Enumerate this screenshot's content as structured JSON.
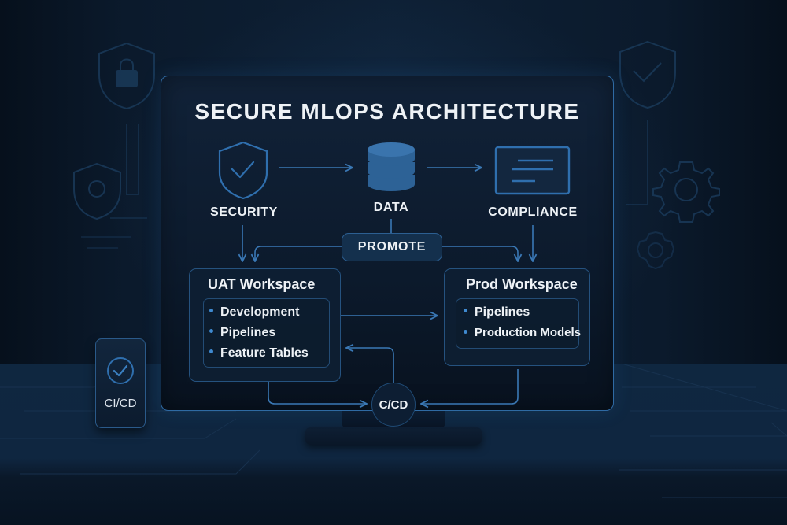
{
  "title": "SECURE MLOPS ARCHITECTURE",
  "nodes": {
    "security": {
      "label": "SECURITY",
      "icon": "shield-check-icon"
    },
    "data": {
      "label": "DATA",
      "icon": "database-icon"
    },
    "compliance": {
      "label": "COMPLIANCE",
      "icon": "document-icon"
    }
  },
  "promote": {
    "label": "PROMOTE"
  },
  "uat_workspace": {
    "title": "UAT Workspace",
    "items": [
      "Development",
      "Pipelines",
      "Feature Tables"
    ]
  },
  "prod_workspace": {
    "title": "Prod Workspace",
    "items": [
      "Pipelines",
      "Production Models"
    ]
  },
  "cicd_node": {
    "label": "C/CD"
  },
  "phone": {
    "label": "CI/CD",
    "icon": "check-circle-icon"
  },
  "background_icons": [
    "shield-lock-icon",
    "shield-gear-icon",
    "shield-check-icon",
    "gear-icon",
    "gear-icon"
  ],
  "colors": {
    "accent": "#3a78b5",
    "accent_light": "#4a8fd0",
    "text": "#eef2f6",
    "background": "#0b1a2c"
  }
}
